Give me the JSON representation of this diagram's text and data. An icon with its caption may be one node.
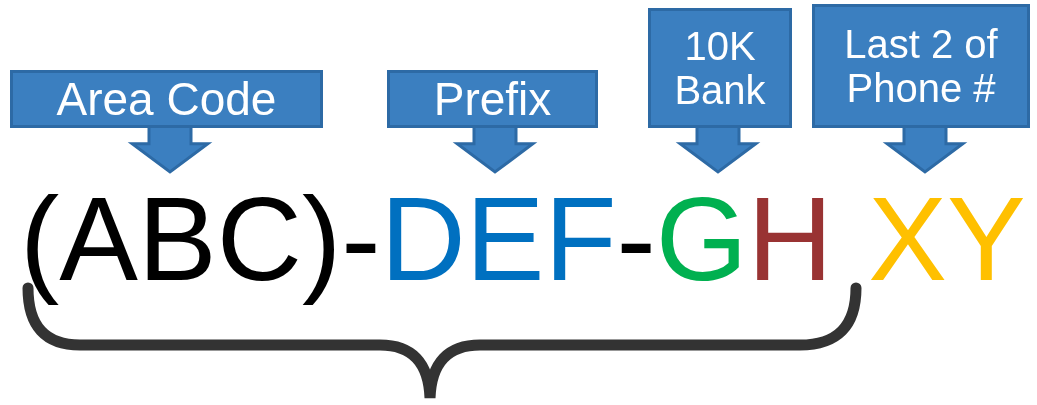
{
  "diagram": {
    "nodes": [
      {
        "text": [
          "Area Code"
        ]
      },
      {
        "text": [
          "Prefix"
        ]
      },
      {
        "text": [
          "10K Bank"
        ]
      },
      {
        "text": [
          "Last 2 of Phone #"
        ]
      },
      {
        "text": [
          "(ABC)"
        ]
      },
      {
        "text": [
          "DEF"
        ]
      },
      {
        "text": [
          "G"
        ]
      },
      {
        "text": [
          "XY"
        ]
      }
    ],
    "edges": [
      {
        "from": 0,
        "to": 4,
        "arrow": "to",
        "style": "thick"
      },
      {
        "from": 1,
        "to": 5,
        "arrow": "to",
        "style": "thick"
      },
      {
        "from": 2,
        "to": 6,
        "arrow": "to",
        "style": "thick"
      },
      {
        "from": 3,
        "to": 7,
        "arrow": "to",
        "style": "thick"
      }
    ],
    "labels": [
      "-",
      "-",
      "H"
    ]
  }
}
